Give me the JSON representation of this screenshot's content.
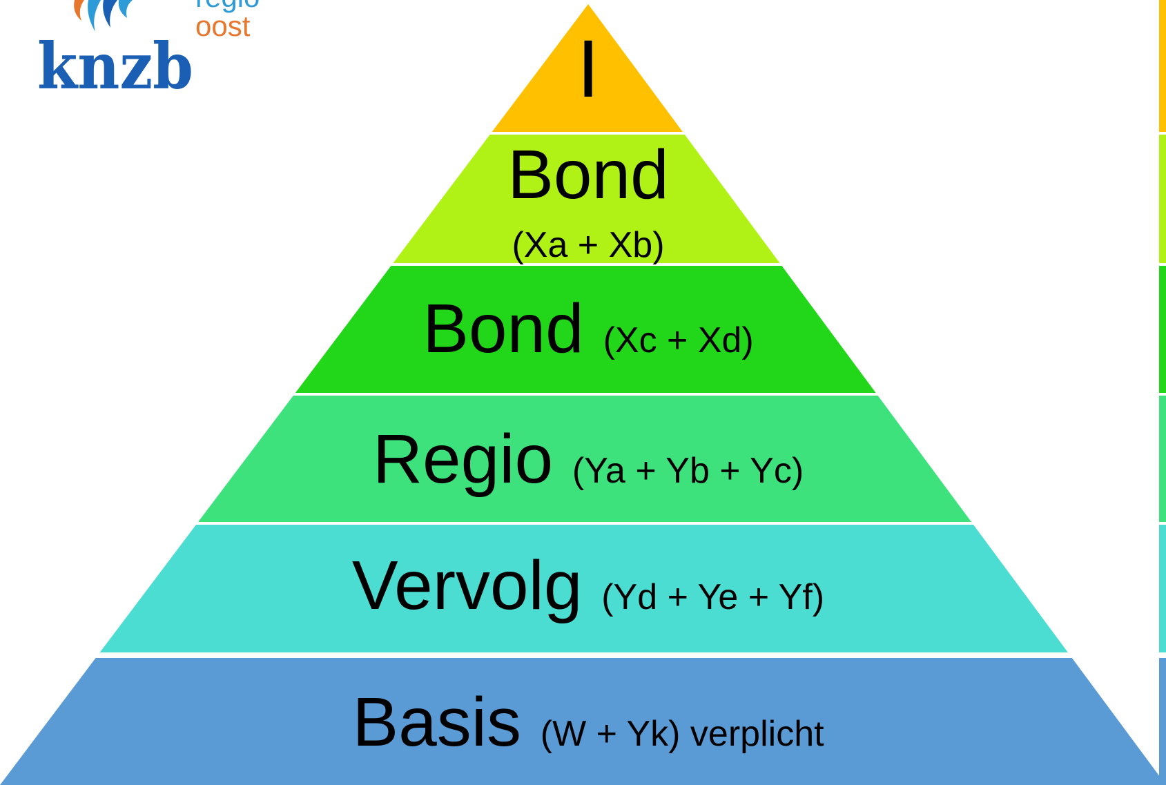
{
  "logo": {
    "line1": "regio",
    "line2": "oost",
    "wordmark": "knzb",
    "colors": {
      "wordmark": "#1a5fb4",
      "accent": "#e8772e",
      "flame_blue": "#2d9bd8"
    }
  },
  "pyramid": {
    "levels": [
      {
        "main": "I",
        "sub": "",
        "color": "#ffc000"
      },
      {
        "main": "Bond",
        "sub": "(Xa + Xb)",
        "color": "#b0f216"
      },
      {
        "main": "Bond",
        "sub": "(Xc + Xd)",
        "color": "#22d61a"
      },
      {
        "main": "Regio",
        "sub": "(Ya + Yb + Yc)",
        "color": "#3de27c"
      },
      {
        "main": "Vervolg",
        "sub": "(Yd + Ye + Yf)",
        "color": "#4bdcd2"
      },
      {
        "main": "Basis",
        "sub": "(W + Yk) verplicht",
        "color": "#5b9bd5"
      }
    ]
  },
  "side_strip_colors": [
    "#ffc000",
    "#b0f216",
    "#22d61a",
    "#3de27c",
    "#4bdcd2",
    "#5b9bd5"
  ]
}
